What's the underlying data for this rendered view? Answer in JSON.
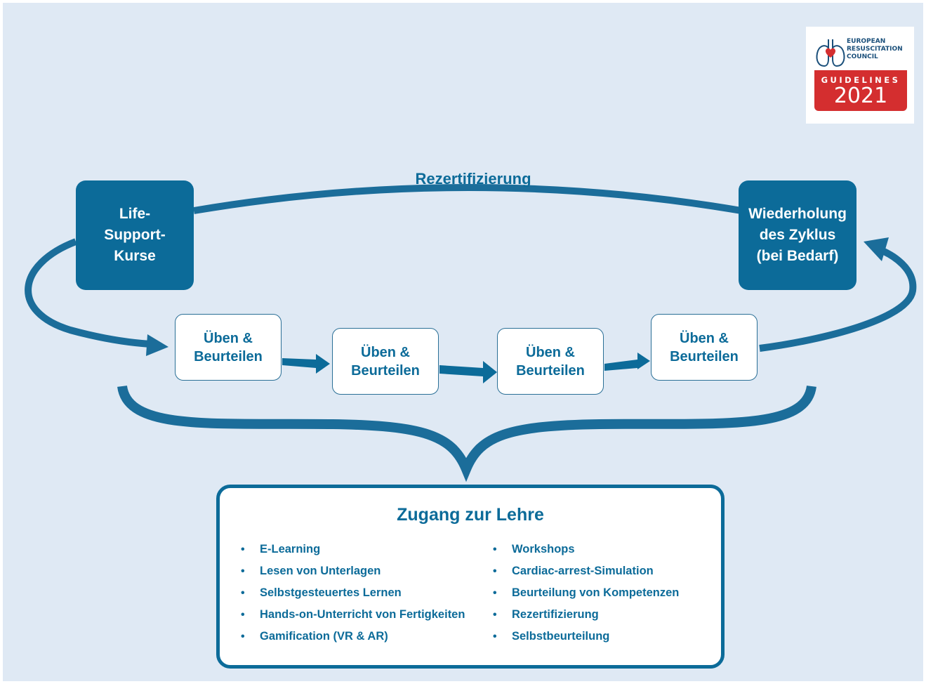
{
  "diagram": {
    "cycle_label": "Rezertifizierung",
    "start_box": "Life-\nSupport-\nKurse",
    "end_box": "Wiederholung\ndes Zyklus\n(bei Bedarf)",
    "practice_boxes": [
      "Üben &\nBeurteilen",
      "Üben &\nBeurteilen",
      "Üben &\nBeurteilen",
      "Üben &\nBeurteilen"
    ]
  },
  "learning_access": {
    "title": "Zugang zur Lehre",
    "left_items": [
      "E-Learning",
      "Lesen von Unterlagen",
      "Selbstgesteuertes Lernen",
      "Hands-on-Unterricht von Fertigkeiten",
      "Gamification (VR & AR)"
    ],
    "right_items": [
      "Workshops",
      "Cardiac-arrest-Simulation",
      "Beurteilung von Kompetenzen",
      "Rezertifizierung",
      "Selbstbeurteilung"
    ]
  },
  "logo": {
    "org_line1": "EUROPEAN",
    "org_line2": "RESUSCITATION",
    "org_line3": "COUNCIL",
    "guidelines": "GUIDELINES",
    "year": "2021"
  },
  "colors": {
    "background": "#dfe9f4",
    "primary": "#0c6b99",
    "arrow": "#1b6d9a",
    "logo_red": "#d42e2f"
  }
}
